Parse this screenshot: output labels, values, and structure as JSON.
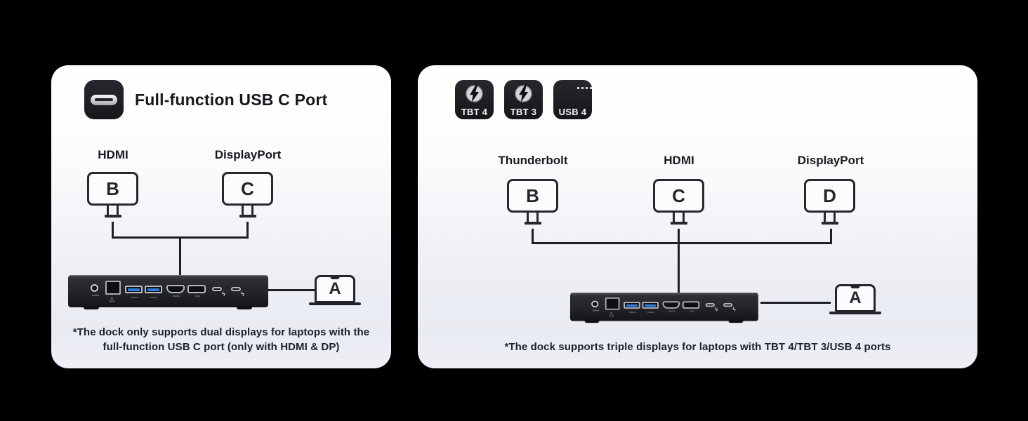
{
  "left_card": {
    "title": "Full-function USB C Port",
    "displays": {
      "b_port": "HDMI",
      "b_letter": "B",
      "c_port": "DisplayPort",
      "c_letter": "C"
    },
    "laptop_letter": "A",
    "footnote_line1": "*The dock only supports dual displays for laptops with the",
    "footnote_line2": "full-function USB C port (only with HDMI & DP)"
  },
  "right_card": {
    "badges": {
      "tbt4": "TBT 4",
      "tbt3": "TBT 3",
      "usb4": "USB 4"
    },
    "displays": {
      "b_port": "Thunderbolt",
      "b_letter": "B",
      "c_port": "HDMI",
      "c_letter": "C",
      "d_port": "DisplayPort",
      "d_letter": "D"
    },
    "laptop_letter": "A",
    "footnote": "*The dock supports triple displays for laptops with TBT 4/TBT 3/USB 4 ports"
  },
  "colors": {
    "background": "#000000",
    "card_top": "#ffffff",
    "card_bottom": "#e9ebf2",
    "line": "#1d1f25",
    "usb_blue": "#2f80df"
  }
}
